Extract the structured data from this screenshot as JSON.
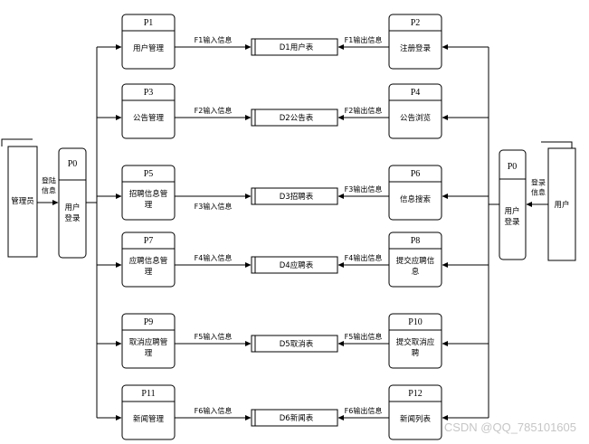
{
  "actors": {
    "left": {
      "name": "管理员",
      "flow": "登陆信息",
      "process": {
        "id": "P0",
        "name": "用户登录"
      }
    },
    "right": {
      "name": "用户",
      "flow": "登录信息",
      "process": {
        "id": "P0",
        "name": "用户登录"
      }
    }
  },
  "rows": [
    {
      "left": {
        "id": "P1",
        "name": "用户管理"
      },
      "in": "F1输入信息",
      "store": "D1用户表",
      "out": "F1输出信息",
      "right": {
        "id": "P2",
        "name": "注册登录"
      }
    },
    {
      "left": {
        "id": "P3",
        "name": "公告管理"
      },
      "in": "F2输入信息",
      "store": "D2公告表",
      "out": "F2输出信息",
      "right": {
        "id": "P4",
        "name": "公告浏览"
      }
    },
    {
      "left": {
        "id": "P5",
        "name": "招聘信息管理"
      },
      "in": "F3输入信息",
      "store": "D3招聘表",
      "out": "F3输出信息",
      "right": {
        "id": "P6",
        "name": "信息搜索"
      }
    },
    {
      "left": {
        "id": "P7",
        "name": "应聘信息管理"
      },
      "in": "F4输入信息",
      "store": "D4应聘表",
      "out": "F4输出信息",
      "right": {
        "id": "P8",
        "name": "提交应聘信息"
      }
    },
    {
      "left": {
        "id": "P9",
        "name": "取消应聘管理"
      },
      "in": "F5输入信息",
      "store": "D5取消表",
      "out": "F5输出信息",
      "right": {
        "id": "P10",
        "name": "提交取消应聘"
      }
    },
    {
      "left": {
        "id": "P11",
        "name": "新闻管理"
      },
      "in": "F6输入信息",
      "store": "D6新闻表",
      "out": "F6输出信息",
      "right": {
        "id": "P12",
        "name": "新闻列表"
      }
    }
  ],
  "watermark": "CSDN @QQ_785101605"
}
